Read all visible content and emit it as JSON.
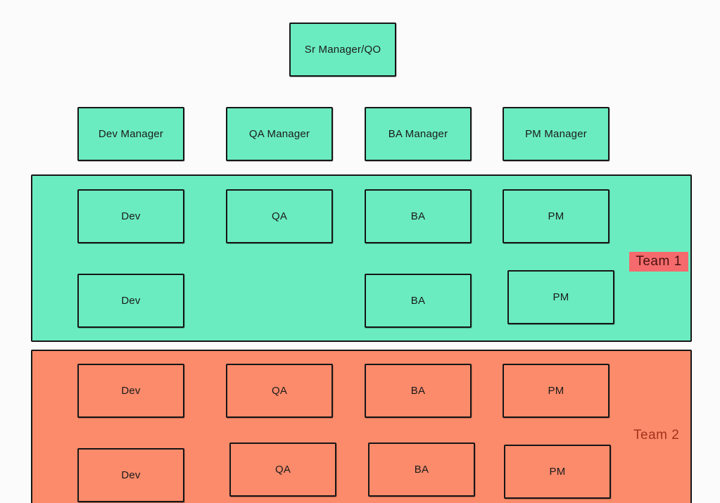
{
  "diagram": {
    "root": {
      "label": "Sr Manager/QO"
    },
    "managers": [
      {
        "label": "Dev Manager"
      },
      {
        "label": "QA Manager"
      },
      {
        "label": "BA Manager"
      },
      {
        "label": "PM Manager"
      }
    ],
    "team1": {
      "label": "Team 1",
      "color": "#6aecc0",
      "label_color": "#f56a6c",
      "row1": [
        "Dev",
        "QA",
        "BA",
        "PM"
      ],
      "row2": [
        "Dev",
        "BA",
        "PM"
      ]
    },
    "team2": {
      "label": "Team 2",
      "color": "#fb8b6b",
      "row1": [
        "Dev",
        "QA",
        "BA",
        "PM"
      ],
      "row2": [
        "Dev",
        "QA",
        "BA",
        "PM"
      ]
    }
  }
}
